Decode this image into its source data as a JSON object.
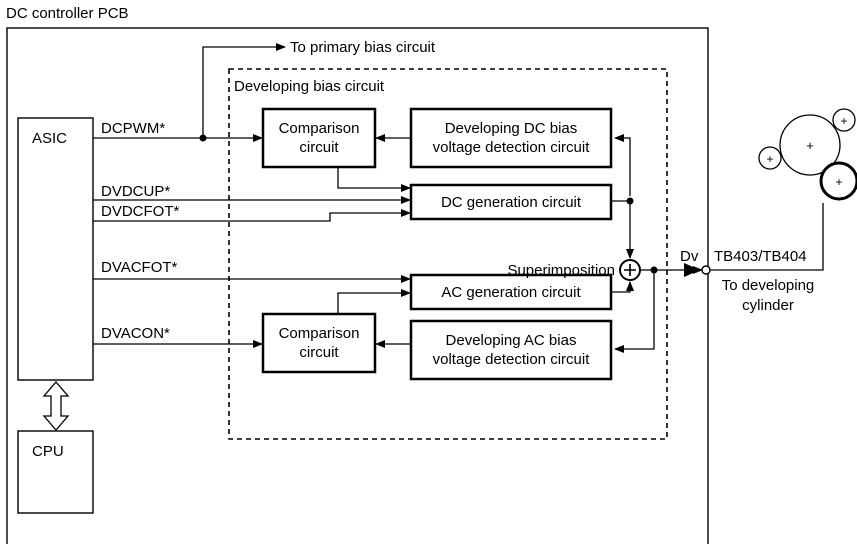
{
  "pcb": {
    "title": "DC controller PCB"
  },
  "developing": {
    "title": "Developing bias circuit"
  },
  "blocks": {
    "asic": "ASIC",
    "cpu": "CPU",
    "comparison_top": [
      "Comparison",
      "circuit"
    ],
    "comparison_bottom": [
      "Comparison",
      "circuit"
    ],
    "dc_detect": [
      "Developing DC bias",
      "voltage detection circuit"
    ],
    "ac_detect": [
      "Developing AC bias",
      "voltage detection circuit"
    ],
    "dc_gen": "DC generation circuit",
    "ac_gen": "AC generation circuit"
  },
  "signals": {
    "dcpwm": "DCPWM*",
    "dvdcup": "DVDCUP*",
    "dvdcfot": "DVDCFOT*",
    "dvacfot": "DVACFOT*",
    "dvacon": "DVACON*"
  },
  "labels": {
    "primary_bias": "To primary bias circuit",
    "superimposition": "Superimposition",
    "dv": "Dv",
    "terminal": "TB403/TB404",
    "to_cylinder": [
      "To developing",
      "cylinder"
    ]
  },
  "roller_symbol": "+"
}
